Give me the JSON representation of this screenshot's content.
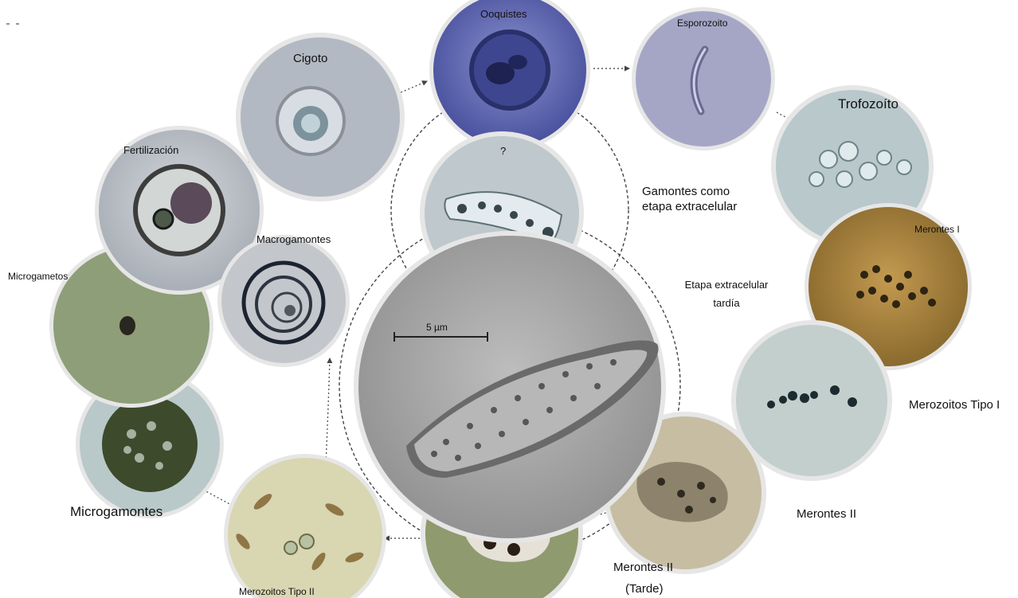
{
  "stages": {
    "ooquistes": "Ooquistes",
    "esporozoito": "Esporozoito",
    "trofozoito": "Trofozoíto",
    "merontes_i": "Merontes I",
    "merozoitos_tipo_i": "Merozoitos Tipo I",
    "merontes_ii": "Merontes II",
    "merontes_ii_tarde_1": "Merontes II",
    "merontes_ii_tarde_2": "(Tarde)",
    "merozoitos_tipo_ii": "Merozoitos Tipo II",
    "microgamontes": "Microgamontes",
    "microgametos": "Microgametos",
    "fertilizacion": "Fertilización",
    "cigoto": "Cigoto",
    "macrogamontes": "Macrogamontes",
    "gamontes_1": "Gamontes como",
    "gamontes_2": "etapa extracelular",
    "tardia_1": "Etapa extracelular",
    "tardia_2": "tardía",
    "question": "?",
    "scale_bar": "5 µm"
  },
  "colors": {
    "ooquistes": "#5a62b0",
    "esporozoito": "#a7a8c7",
    "trofozoito": "#b8c8cb",
    "merontes_i": "#9c7a3c",
    "merozoitos_tipo_i": "#c3cfcd",
    "merontes_ii": "#c6bda3",
    "merontes_ii_tarde": "#8f9a6e",
    "merozoitos_tipo_ii": "#d9d6b2",
    "microgamontes": "#b9c8c9",
    "microgametos": "#8e9e78",
    "fertilizacion": "#b9bdbc",
    "cigoto": "#b3b9c2",
    "macrogamontes": "#c3c7cc",
    "gamontes": "#bfc8cc",
    "tardia": "#aaaaaa"
  }
}
